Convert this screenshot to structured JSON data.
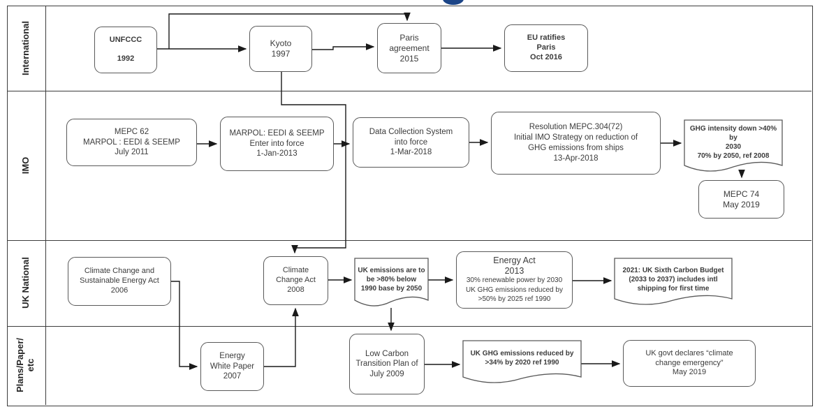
{
  "diagram_title_visible": "",
  "colors": {
    "box_border": "#595959",
    "frame_border": "#3c3c3c",
    "connector": "#1a1a1a",
    "text": "#3b3b3b",
    "title_remnant_blue": "#1c4587"
  },
  "lanes": [
    {
      "id": "international",
      "label": "International"
    },
    {
      "id": "imo",
      "label": "IMO"
    },
    {
      "id": "uk_national",
      "label": "UK National"
    },
    {
      "id": "plans_paper_etc",
      "label": "Plans/Paper/\netc"
    }
  ],
  "nodes": {
    "unfccc": {
      "lane": "international",
      "shape": "rounded",
      "text": "UNFCCC\n\n1992"
    },
    "kyoto": {
      "lane": "international",
      "shape": "rounded",
      "text": "Kyoto\n1997"
    },
    "paris": {
      "lane": "international",
      "shape": "rounded",
      "text": "Paris\nagreement\n2015"
    },
    "eu_ratifies": {
      "lane": "international",
      "shape": "rounded",
      "text": "EU ratifies\nParis\nOct 2016"
    },
    "mepc62": {
      "lane": "imo",
      "shape": "rounded",
      "text": "MEPC 62\nMARPOL : EEDI & SEEMP\nJuly 2011"
    },
    "marpol_force": {
      "lane": "imo",
      "shape": "rounded",
      "text": "MARPOL: EEDI & SEEMP\nEnter into force\n1-Jan-2013"
    },
    "dcs": {
      "lane": "imo",
      "shape": "rounded",
      "text": "Data Collection System\ninto force\n1-Mar-2018"
    },
    "resolution_304": {
      "lane": "imo",
      "shape": "rounded",
      "text": "Resolution MEPC.304(72)\nInitial IMO Strategy on reduction of\nGHG emissions from ships\n13-Apr-2018"
    },
    "ghg_intensity_doc": {
      "lane": "imo",
      "shape": "document",
      "text": "GHG intensity down  >40% by\n2030\n70% by 2050, ref 2008"
    },
    "mepc74": {
      "lane": "imo",
      "shape": "rounded",
      "text": "MEPC 74\nMay 2019"
    },
    "cc_sustainable_2006": {
      "lane": "uk_national",
      "shape": "rounded",
      "text": "Climate Change and\nSustainable Energy Act\n2006"
    },
    "climate_change_act_2008": {
      "lane": "uk_national",
      "shape": "rounded",
      "text": "Climate\nChange Act\n2008"
    },
    "uk_emissions_doc": {
      "lane": "uk_national",
      "shape": "document",
      "text": "UK emissions are to\nbe >80% below\n1990 base by 2050"
    },
    "energy_act_2013": {
      "lane": "uk_national",
      "shape": "rounded",
      "title": "Energy Act\n2013",
      "body": "30% renewable power by 2030\nUK GHG emissions reduced by\n>50% by 2025 ref 1990"
    },
    "carbon_budget_2021_doc": {
      "lane": "uk_national",
      "shape": "document",
      "text": "2021: UK Sixth Carbon Budget\n(2033 to 2037) includes intl\nshipping for first time"
    },
    "energy_white_paper": {
      "lane": "plans_paper_etc",
      "shape": "rounded",
      "text": "Energy\nWhite Paper\n2007"
    },
    "low_carbon_plan": {
      "lane": "plans_paper_etc",
      "shape": "rounded",
      "text": "Low Carbon\nTransition Plan of\nJuly 2009"
    },
    "ghg_34_doc": {
      "lane": "plans_paper_etc",
      "shape": "document",
      "text": "UK GHG emissions reduced by\n>34% by 2020 ref 1990"
    },
    "climate_emergency": {
      "lane": "plans_paper_etc",
      "shape": "rounded",
      "text": "UK govt declares “climate\nchange emergency”\nMay 2019"
    }
  },
  "edges": [
    {
      "from": "unfccc",
      "to": "kyoto"
    },
    {
      "from": "unfccc",
      "to": "paris"
    },
    {
      "from": "kyoto",
      "to": "paris"
    },
    {
      "from": "paris",
      "to": "eu_ratifies"
    },
    {
      "from": "kyoto",
      "to": "climate_change_act_2008"
    },
    {
      "from": "mepc62",
      "to": "marpol_force"
    },
    {
      "from": "marpol_force",
      "to": "dcs"
    },
    {
      "from": "dcs",
      "to": "resolution_304"
    },
    {
      "from": "resolution_304",
      "to": "ghg_intensity_doc"
    },
    {
      "from": "ghg_intensity_doc",
      "to": "mepc74"
    },
    {
      "from": "cc_sustainable_2006",
      "to": "energy_white_paper"
    },
    {
      "from": "energy_white_paper",
      "to": "climate_change_act_2008"
    },
    {
      "from": "climate_change_act_2008",
      "to": "uk_emissions_doc"
    },
    {
      "from": "uk_emissions_doc",
      "to": "energy_act_2013"
    },
    {
      "from": "energy_act_2013",
      "to": "carbon_budget_2021_doc"
    },
    {
      "from": "uk_emissions_doc",
      "to": "low_carbon_plan"
    },
    {
      "from": "low_carbon_plan",
      "to": "ghg_34_doc"
    },
    {
      "from": "ghg_34_doc",
      "to": "climate_emergency"
    }
  ]
}
